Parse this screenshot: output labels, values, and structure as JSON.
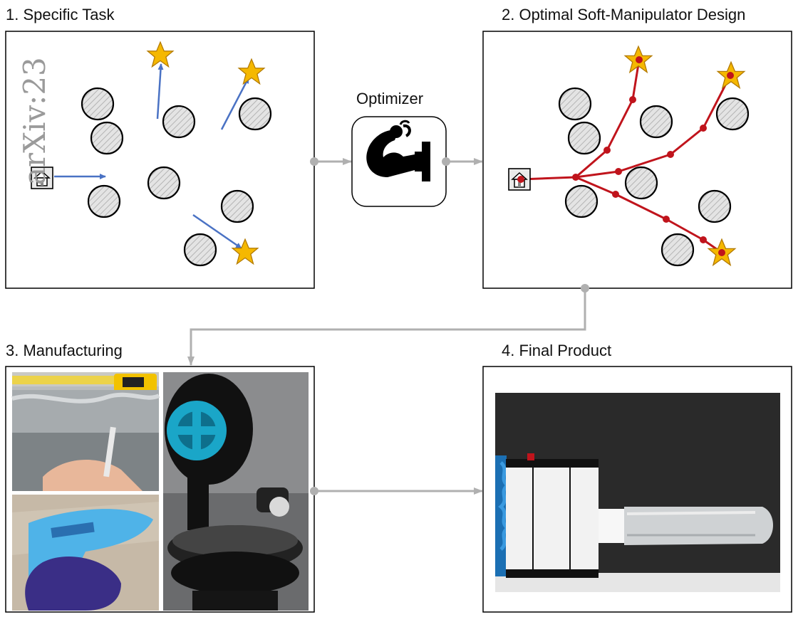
{
  "watermark": "arXiv:23",
  "panels": [
    {
      "title": "1. Specific Task"
    },
    {
      "title": "2. Optimal Soft-Manipulator Design"
    },
    {
      "title": "3. Manufacturing"
    },
    {
      "title": "4. Final Product"
    }
  ],
  "optimizer": {
    "label": "Optimizer",
    "icon": "flexed-arm-gripper-icon"
  },
  "colors": {
    "trajectory": "#4a72c4",
    "manipulator": "#c0141c",
    "star": "#f5b800",
    "arrow": "#b0b0b0",
    "obstacle_stroke": "#000000",
    "obstacle_fill": "#d8d8d8"
  },
  "photos": [
    {
      "name": "cutting-photo"
    },
    {
      "name": "glue-gun-photo"
    },
    {
      "name": "actuator-base-photo"
    },
    {
      "name": "final-product-photo"
    }
  ]
}
